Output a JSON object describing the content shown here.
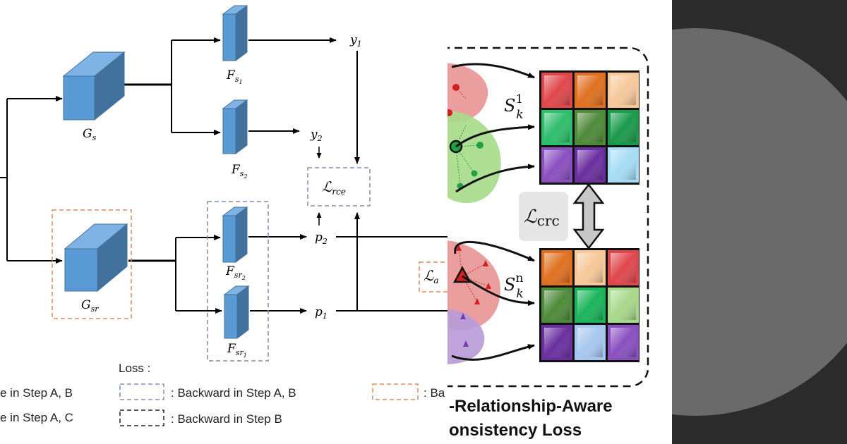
{
  "labels": {
    "y1": "y",
    "y1_sub": "1",
    "y2": "y",
    "y2_sub": "2",
    "p1": "p",
    "p1_sub": "1",
    "p2": "p",
    "p2_sub": "2",
    "gs": "G",
    "gs_sub": "s",
    "gsr": "G",
    "gsr_sub": "sr",
    "fs1": "F",
    "fs1_sub": "s",
    "fs1_subsub": "1",
    "fs2": "F",
    "fs2_sub": "s",
    "fs2_subsub": "2",
    "fsr2": "F",
    "fsr2_sub": "sr",
    "fsr2_subsub": "2",
    "fsr1": "F",
    "fsr1_sub": "sr",
    "fsr1_subsub": "1",
    "lrce": "ℒ",
    "lrce_sub": "rce",
    "la": "ℒ",
    "la_sub": "a",
    "lcrc": "ℒ",
    "lcrc_sub": "crc",
    "s1": "S",
    "s1_sup": "1",
    "s1_sub": "k",
    "sn": "S",
    "sn_sup": "n",
    "sn_sub": "k"
  },
  "legend": {
    "loss_title": "Loss :",
    "left1": "e in Step A, B",
    "left2": "e in Step A, C",
    "blue_dash": ": Backward in Step A, B",
    "black_dash": ": Backward in Step B",
    "orange_dash": ": Ba"
  },
  "caption": {
    "line1": "-Relationship-Aware",
    "line2": "onsistency Loss"
  },
  "colors": {
    "cube_front": "#5b9bd5",
    "cube_top": "#7fb2e5",
    "cube_side": "#41719c",
    "blue_dash": "#7f8fb3",
    "orange_dash": "#d98a5f",
    "black": "#000000",
    "bg_right": "#2b2b2b",
    "circle": "#6a6a6a",
    "grid_top": [
      "#e0474c",
      "#e07020",
      "#f7c89a",
      "#2ebd6b",
      "#4f8a3a",
      "#1a9a4a",
      "#8a4fc0",
      "#6a2fa0",
      "#a6dcf5"
    ],
    "grid_bottom": [
      "#e07020",
      "#f7c89a",
      "#e0474c",
      "#4f8a3a",
      "#1ab45a",
      "#a8d88a",
      "#6a2fa0",
      "#a6c8f0",
      "#8a4fc0"
    ]
  }
}
